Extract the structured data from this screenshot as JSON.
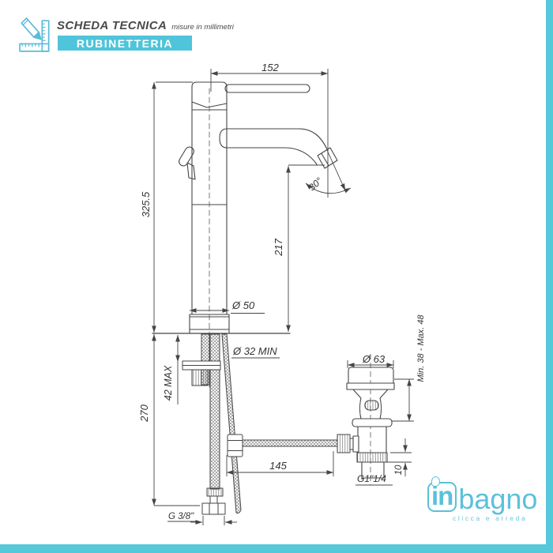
{
  "header": {
    "title": "SCHEDA TECNICA",
    "subtitle": "misure in millimetri",
    "banner": "RUBINETTERIA"
  },
  "diagram": {
    "labels": {
      "spout_reach": "152",
      "total_height": "325.5",
      "spout_height": "217",
      "spout_angle": "30°",
      "base_diameter": "Ø 50",
      "hole_min": "Ø 32 MIN",
      "deck_max": "42 MAX",
      "under_counter_height": "270",
      "rod_length": "145",
      "waste_cap_diameter": "Ø 63",
      "waste_height_range": "Min. 38 - Max. 48",
      "waste_thread": "G1\"1/4",
      "waste_thread_height": "10",
      "supply_thread": "G 3/8\""
    }
  },
  "logo": {
    "brand_bold": "in",
    "brand_light": "bagno",
    "tagline": "clicca e arreda"
  },
  "colors": {
    "accent": "#4fc4da",
    "frame": "#55c8da",
    "line": "#454545"
  }
}
